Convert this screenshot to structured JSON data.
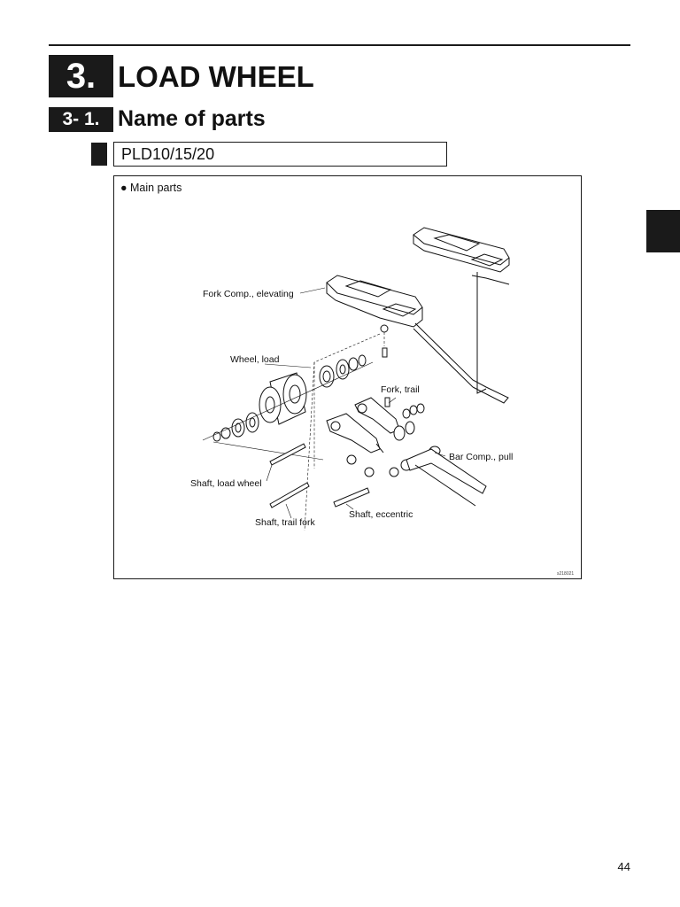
{
  "chapter": {
    "number": "3.",
    "title": "LOAD WHEEL"
  },
  "section": {
    "number": "3- 1.",
    "title": "Name of parts"
  },
  "model": "PLD10/15/20",
  "figure": {
    "caption": "● Main parts",
    "code": "s218021",
    "labels": {
      "fork_comp": "Fork Comp., elevating",
      "wheel_load": "Wheel, load",
      "fork_trail": "Fork, trail",
      "bar_comp": "Bar Comp., pull",
      "shaft_load_wheel": "Shaft, load wheel",
      "shaft_eccentric": "Shaft, eccentric",
      "shaft_trail_fork": "Shaft, trail fork"
    }
  },
  "page_number": "44"
}
